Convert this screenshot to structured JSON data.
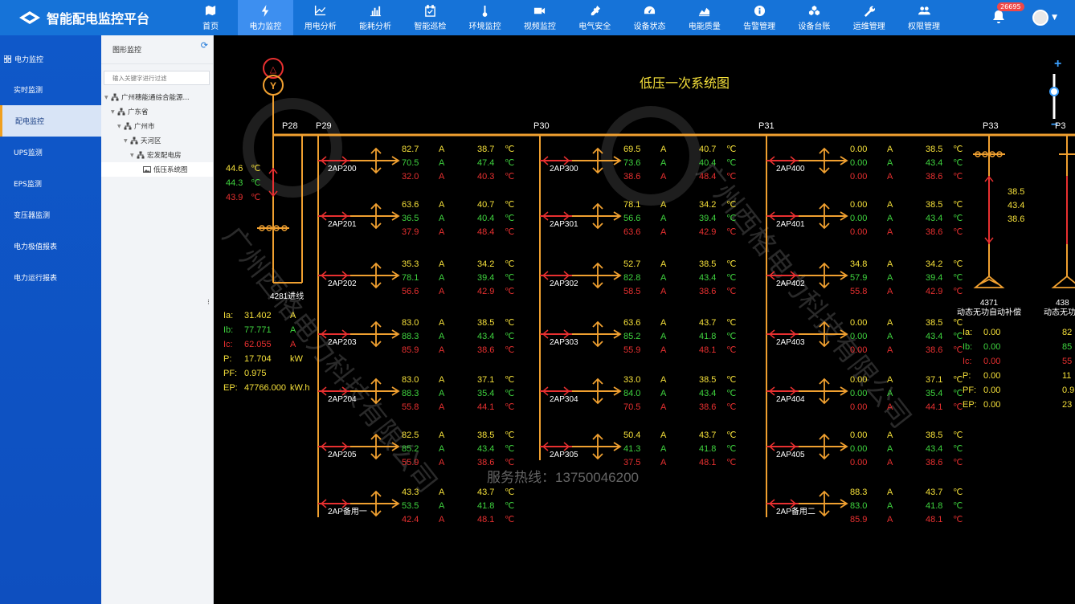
{
  "app": {
    "title": "智能配电监控平台"
  },
  "nav": [
    {
      "label": "首页",
      "icon": "map-icon"
    },
    {
      "label": "电力监控",
      "icon": "lightning-icon",
      "active": true
    },
    {
      "label": "用电分析",
      "icon": "line-chart-icon"
    },
    {
      "label": "能耗分析",
      "icon": "bar-chart-icon"
    },
    {
      "label": "智能巡检",
      "icon": "calendar-check-icon"
    },
    {
      "label": "环境监控",
      "icon": "thermometer-icon"
    },
    {
      "label": "视频监控",
      "icon": "video-camera-icon"
    },
    {
      "label": "电气安全",
      "icon": "plug-icon"
    },
    {
      "label": "设备状态",
      "icon": "gauge-icon"
    },
    {
      "label": "电能质量",
      "icon": "area-chart-icon"
    },
    {
      "label": "告警管理",
      "icon": "info-icon"
    },
    {
      "label": "设备台账",
      "icon": "cubes-icon"
    },
    {
      "label": "运维管理",
      "icon": "wrench-icon"
    },
    {
      "label": "权限管理",
      "icon": "users-icon"
    }
  ],
  "header": {
    "alarm_count": "26695"
  },
  "sidebar": {
    "title": "电力监控",
    "items": [
      {
        "label": "实时监测"
      },
      {
        "label": "配电监控",
        "active": true
      },
      {
        "label": "UPS监测"
      },
      {
        "label": "EPS监测"
      },
      {
        "label": "变压器监测"
      },
      {
        "label": "电力极值报表"
      },
      {
        "label": "电力运行报表"
      }
    ]
  },
  "tree": {
    "title": "图形监控",
    "search_placeholder": "输入关键字进行过滤",
    "nodes": [
      {
        "label": "广州穗能通综合能源...",
        "level": 0
      },
      {
        "label": "广东省",
        "level": 1
      },
      {
        "label": "广州市",
        "level": 2
      },
      {
        "label": "天河区",
        "level": 3
      },
      {
        "label": "宏发配电房",
        "level": 4
      },
      {
        "label": "低压系统图",
        "level": 5,
        "selected": true
      }
    ]
  },
  "diagram": {
    "title": "低压一次系统图",
    "hotline": "服务热线：13750046200",
    "watermark": "广州西格电力科技有限公司",
    "colors": {
      "bus": "#f0a030",
      "green": "#3fd43f",
      "red": "#e83030",
      "yellow": "#f5e03a",
      "white": "#ffffff"
    },
    "panels": [
      "P28",
      "P29",
      "P30",
      "P31",
      "P33",
      "P3"
    ],
    "incoming": {
      "label": "4281进线",
      "temps": [
        "44.6",
        "44.3",
        "43.9"
      ],
      "temp_unit": "℃",
      "readings": [
        {
          "name": "Ia:",
          "value": "31.402",
          "unit": "A"
        },
        {
          "name": "Ib:",
          "value": "77.771",
          "unit": "A"
        },
        {
          "name": "Ic:",
          "value": "62.055",
          "unit": "A"
        },
        {
          "name": "P:",
          "value": "17.704",
          "unit": "kW"
        },
        {
          "name": "PF:",
          "value": "0.975",
          "unit": ""
        },
        {
          "name": "EP:",
          "value": "47766.000",
          "unit": "kW.h"
        }
      ]
    },
    "feeders": [
      {
        "name": "2AP200",
        "currents": [
          "82.7",
          "70.5",
          "32.0"
        ],
        "temps": [
          "38.7",
          "47.4",
          "40.3"
        ]
      },
      {
        "name": "2AP201",
        "currents": [
          "63.6",
          "36.5",
          "37.9"
        ],
        "temps": [
          "40.7",
          "40.4",
          "48.4"
        ]
      },
      {
        "name": "2AP202",
        "currents": [
          "35.3",
          "78.1",
          "56.6"
        ],
        "temps": [
          "34.2",
          "39.4",
          "42.9"
        ]
      },
      {
        "name": "2AP203",
        "currents": [
          "83.0",
          "88.3",
          "85.9"
        ],
        "temps": [
          "38.5",
          "43.4",
          "38.6"
        ]
      },
      {
        "name": "2AP204",
        "currents": [
          "83.0",
          "88.3",
          "55.8"
        ],
        "temps": [
          "37.1",
          "35.4",
          "44.1"
        ]
      },
      {
        "name": "2AP205",
        "currents": [
          "82.5",
          "85.2",
          "55.9"
        ],
        "temps": [
          "38.5",
          "43.4",
          "38.6"
        ]
      },
      {
        "name": "2AP备用一",
        "currents": [
          "43.3",
          "53.5",
          "42.4"
        ],
        "temps": [
          "43.7",
          "41.8",
          "48.1"
        ]
      },
      {
        "name": "2AP300",
        "currents": [
          "69.5",
          "73.6",
          "38.6"
        ],
        "temps": [
          "40.7",
          "40.4",
          "48.4"
        ]
      },
      {
        "name": "2AP301",
        "currents": [
          "78.1",
          "56.6",
          "63.6"
        ],
        "temps": [
          "34.2",
          "39.4",
          "42.9"
        ]
      },
      {
        "name": "2AP302",
        "currents": [
          "52.7",
          "82.8",
          "58.5"
        ],
        "temps": [
          "38.5",
          "43.4",
          "38.6"
        ]
      },
      {
        "name": "2AP303",
        "currents": [
          "63.6",
          "85.2",
          "55.9"
        ],
        "temps": [
          "43.7",
          "41.8",
          "48.1"
        ]
      },
      {
        "name": "2AP304",
        "currents": [
          "33.0",
          "84.0",
          "70.5"
        ],
        "temps": [
          "38.5",
          "43.4",
          "38.6"
        ]
      },
      {
        "name": "2AP305",
        "currents": [
          "50.4",
          "41.3",
          "37.5"
        ],
        "temps": [
          "43.7",
          "41.8",
          "48.1"
        ]
      },
      {
        "name": "2AP400",
        "currents": [
          "0.00",
          "0.00",
          "0.00"
        ],
        "temps": [
          "38.5",
          "43.4",
          "38.6"
        ]
      },
      {
        "name": "2AP401",
        "currents": [
          "0.00",
          "0.00",
          "0.00"
        ],
        "temps": [
          "38.5",
          "43.4",
          "38.6"
        ]
      },
      {
        "name": "2AP402",
        "currents": [
          "34.8",
          "57.9",
          "55.8"
        ],
        "temps": [
          "34.2",
          "39.4",
          "42.9"
        ]
      },
      {
        "name": "2AP403",
        "currents": [
          "0.00",
          "0.00",
          "0.00"
        ],
        "temps": [
          "38.5",
          "43.4",
          "38.6"
        ]
      },
      {
        "name": "2AP404",
        "currents": [
          "0.00",
          "0.00",
          "0.00"
        ],
        "temps": [
          "37.1",
          "35.4",
          "44.1"
        ]
      },
      {
        "name": "2AP405",
        "currents": [
          "0.00",
          "0.00",
          "0.00"
        ],
        "temps": [
          "38.5",
          "43.4",
          "38.6"
        ]
      },
      {
        "name": "2AP备用二",
        "currents": [
          "88.3",
          "83.0",
          "85.9"
        ],
        "temps": [
          "43.7",
          "41.8",
          "48.1"
        ]
      }
    ],
    "current_unit": "A",
    "temp_unit": "℃",
    "compensator": {
      "id": "4371",
      "label": "动态无功自动补偿",
      "temps": [
        "38.5",
        "43.4",
        "38.6"
      ],
      "readings": [
        {
          "name": "Ia:",
          "value": "0.00"
        },
        {
          "name": "Ib:",
          "value": "0.00"
        },
        {
          "name": "Ic:",
          "value": "0.00"
        },
        {
          "name": "P:",
          "value": "0.00"
        },
        {
          "name": "PF:",
          "value": "0.00"
        },
        {
          "name": "EP:",
          "value": "0.00"
        }
      ]
    },
    "compensator2": {
      "id": "438",
      "label": "动态无功",
      "values": [
        "82",
        "85",
        "55",
        "11",
        "0.9",
        "23"
      ]
    }
  }
}
